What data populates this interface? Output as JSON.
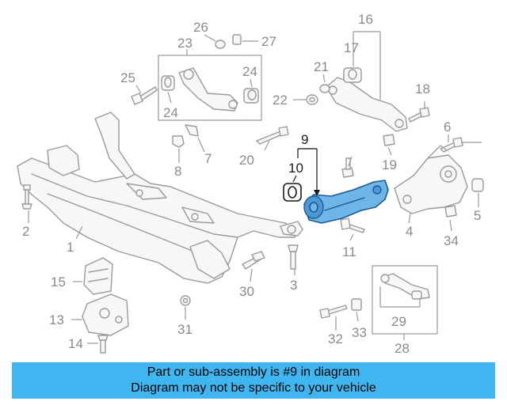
{
  "callouts": {
    "c1": "1",
    "c2": "2",
    "c3": "3",
    "c4": "4",
    "c5": "5",
    "c6": "6",
    "c7": "7",
    "c8": "8",
    "c9": "9",
    "c10": "10",
    "c11": "11",
    "c13": "13",
    "c14": "14",
    "c15": "15",
    "c16": "16",
    "c17": "17",
    "c18": "18",
    "c19": "19",
    "c20": "20",
    "c21": "21",
    "c22": "22",
    "c23": "23",
    "c24a": "24",
    "c24b": "24",
    "c25": "25",
    "c26": "26",
    "c27": "27",
    "c28": "28",
    "c29": "29",
    "c30": "30",
    "c31": "31",
    "c32": "32",
    "c33": "33",
    "c34": "34"
  },
  "highlighted_part": "9",
  "colors": {
    "highlight": "#6fb6e8",
    "banner": "#3fb6ef"
  },
  "notice": {
    "line1": "Part or sub-assembly is #9 in diagram",
    "line2": "Diagram may not be specific to your vehicle"
  }
}
